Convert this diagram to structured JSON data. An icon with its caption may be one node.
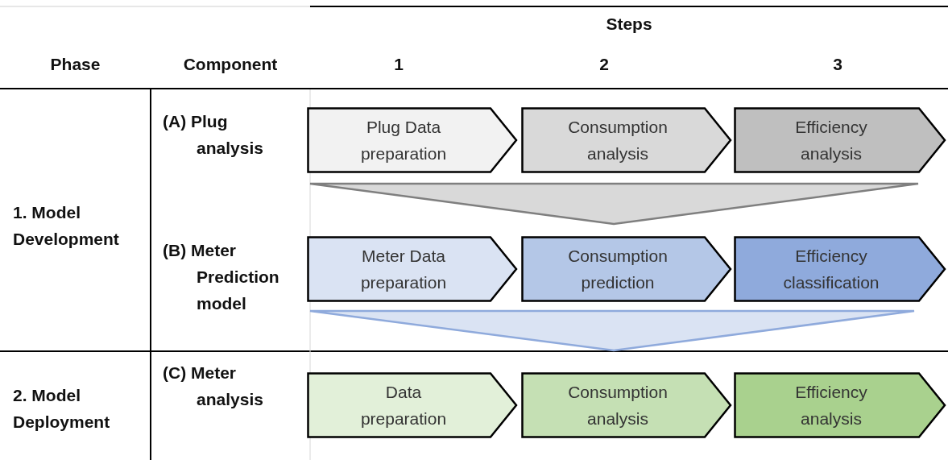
{
  "diagram": {
    "nodes": [
      {
        "text": [
          "Plug Data preparation"
        ]
      },
      {
        "text": [
          "Consumption analysis"
        ]
      },
      {
        "text": [
          "Efficiency analysis"
        ]
      },
      {
        "text": [
          "Meter Data preparation"
        ]
      },
      {
        "text": [
          "Consumption prediction"
        ]
      },
      {
        "text": [
          "Efficiency classification"
        ]
      },
      {
        "text": [
          "Data preparation"
        ]
      },
      {
        "text": [
          "Consumption analysis"
        ]
      },
      {
        "text": [
          "Efficiency analysis"
        ]
      }
    ],
    "edges": [],
    "labels": [
      "Steps",
      "Phase",
      "Component",
      "1",
      "2",
      "3",
      "(A) Plug analysis",
      "1. Model Development",
      "(B) Meter Prediction model",
      "2. Model Deployment",
      "(C) Meter analysis"
    ]
  }
}
